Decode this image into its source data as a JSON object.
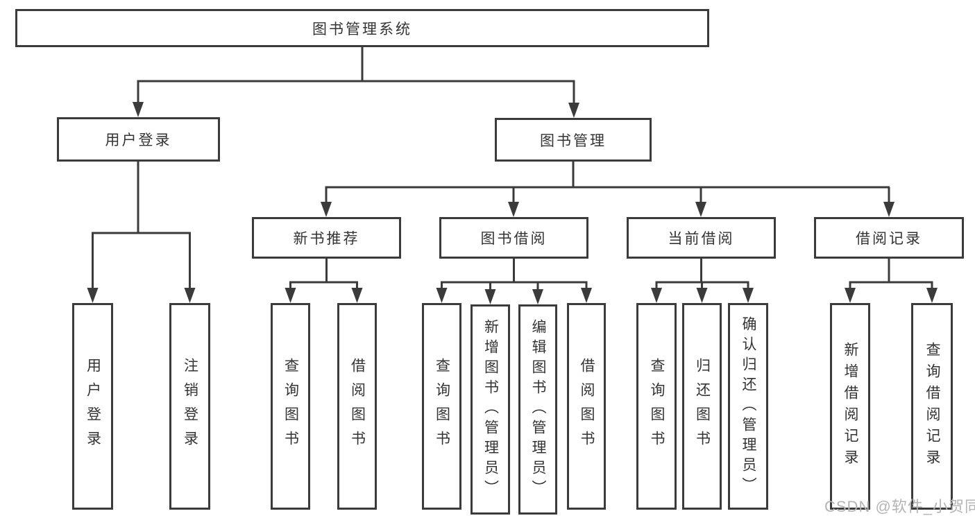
{
  "diagram": {
    "root": {
      "label": "图书管理系统"
    },
    "children": [
      {
        "label": "用户登录",
        "children": [
          {
            "label": "用户登录"
          },
          {
            "label": "注销登录"
          }
        ]
      },
      {
        "label": "图书管理",
        "children": [
          {
            "label": "新书推荐",
            "children": [
              {
                "label": "查询图书"
              },
              {
                "label": "借阅图书"
              }
            ]
          },
          {
            "label": "图书借阅",
            "children": [
              {
                "label": "查询图书"
              },
              {
                "label": "新增图书（管理员）"
              },
              {
                "label": "编辑图书（管理员）"
              },
              {
                "label": "借阅图书"
              }
            ]
          },
          {
            "label": "当前借阅",
            "children": [
              {
                "label": "查询图书"
              },
              {
                "label": "归还图书"
              },
              {
                "label": "确认归还（管理员）"
              }
            ]
          },
          {
            "label": "借阅记录",
            "children": [
              {
                "label": "新增借阅记录"
              },
              {
                "label": "查询借阅记录"
              }
            ]
          }
        ]
      }
    ]
  },
  "watermark": {
    "text": "CSDN @软件_小贺同学"
  },
  "colors": {
    "line": "#3b3b3b",
    "text": "#333333",
    "background": "#ffffff",
    "watermark": "#b4b4b4"
  }
}
